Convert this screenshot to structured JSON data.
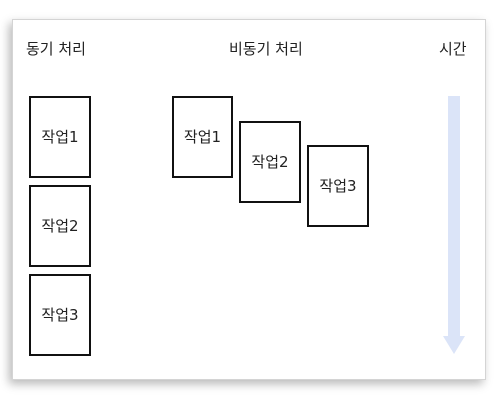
{
  "headings": {
    "sync": "동기 처리",
    "async": "비동기 처리",
    "time": "시간"
  },
  "sync_tasks": [
    "작업1",
    "작업2",
    "작업3"
  ],
  "async_tasks": [
    "작업1",
    "작업2",
    "작업3"
  ],
  "colors": {
    "arrow": "#dbe4f8",
    "box_border": "#111111",
    "text": "#222222"
  },
  "icons": {
    "time_arrow": "down-arrow-icon"
  }
}
